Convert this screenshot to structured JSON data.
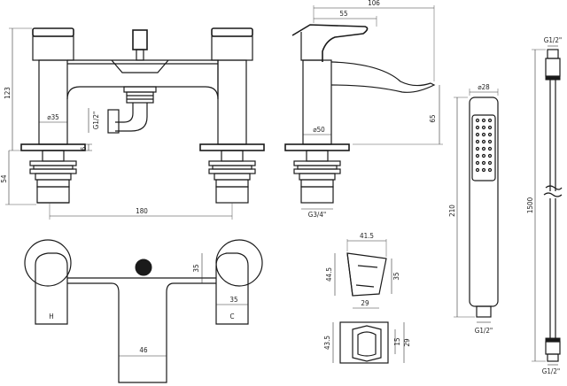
{
  "dims": {
    "bath_height": "123",
    "bath_diameter": "⌀35",
    "bath_thread": "G1/2\"",
    "bath_deck": "6",
    "bath_shank": "54",
    "bath_centres": "180",
    "spout_total": "106",
    "spout_reach": "55",
    "spout_height": "65",
    "spout_diameter": "⌀50",
    "spout_thread": "G3/4\"",
    "top_h": "35",
    "top_lever": "35",
    "top_spout": "46",
    "handset_diameter": "⌀28",
    "handset_length": "210",
    "handset_thread": "G1/2\"",
    "hose_top_thread": "G1/2\"",
    "hose_length": "1500",
    "hose_bottom_thread": "G1/2\"",
    "holder_width": "41.5",
    "holder_height": "44.5",
    "holder_side": "35",
    "holder_base": "29",
    "bracket_height": "43.5",
    "bracket_inner": "15",
    "bracket_side": "29"
  },
  "labels": {
    "hot": "H",
    "cold": "C"
  }
}
